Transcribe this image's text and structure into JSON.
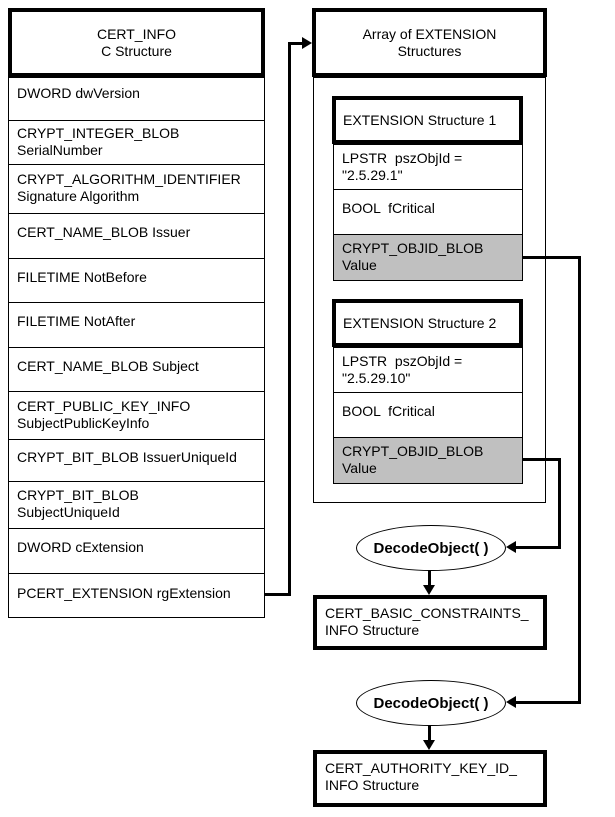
{
  "diagram": {
    "cert_info": {
      "title": "CERT_INFO\nC Structure",
      "rows": [
        "DWORD dwVersion",
        "CRYPT_INTEGER_BLOB\nSerialNumber",
        "CRYPT_ALGORITHM_IDENTIFIER\nSignature Algorithm",
        "CERT_NAME_BLOB Issuer",
        "FILETIME NotBefore",
        "FILETIME NotAfter",
        "CERT_NAME_BLOB Subject",
        "CERT_PUBLIC_KEY_INFO\nSubjectPublicKeyInfo",
        "CRYPT_BIT_BLOB IssuerUniqueId",
        "CRYPT_BIT_BLOB\nSubjectUniqueId",
        "DWORD cExtension",
        "PCERT_EXTENSION rgExtension"
      ]
    },
    "extension_array": {
      "title": "Array of EXTENSION\nStructures",
      "structures": [
        {
          "title": "EXTENSION Structure 1",
          "fields": [
            "LPSTR  pszObjId =\n\"2.5.29.1\"",
            "BOOL  fCritical",
            "CRYPT_OBJID_BLOB\nValue"
          ]
        },
        {
          "title": "EXTENSION Structure 2",
          "fields": [
            "LPSTR  pszObjId =\n\"2.5.29.10\"",
            "BOOL  fCritical",
            "CRYPT_OBJID_BLOB\nValue"
          ]
        }
      ]
    },
    "decode_calls": [
      {
        "function": "DecodeObject( )",
        "result": "CERT_BASIC_CONSTRAINTS_\nINFO Structure"
      },
      {
        "function": "DecodeObject( )",
        "result": "CERT_AUTHORITY_KEY_ID_\nINFO Structure"
      }
    ],
    "connections": [
      {
        "from": "PCERT_EXTENSION rgExtension",
        "to": "Array of EXTENSION Structures"
      },
      {
        "from": "EXTENSION Structure 1 / CRYPT_OBJID_BLOB Value",
        "to": "DecodeObject( ) #2"
      },
      {
        "from": "EXTENSION Structure 2 / CRYPT_OBJID_BLOB Value",
        "to": "DecodeObject( ) #1"
      },
      {
        "from": "DecodeObject( ) #1",
        "to": "CERT_BASIC_CONSTRAINTS_INFO Structure"
      },
      {
        "from": "DecodeObject( ) #2",
        "to": "CERT_AUTHORITY_KEY_ID_INFO Structure"
      }
    ],
    "colors": {
      "line": "#000000",
      "highlight_fill": "#c0c0c0",
      "background": "#ffffff"
    }
  }
}
